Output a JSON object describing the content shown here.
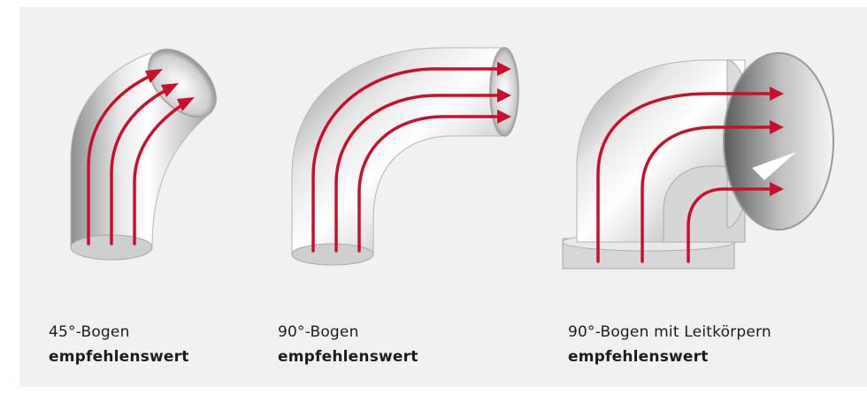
{
  "items": [
    {
      "name": "45°-Bogen",
      "rating": "empfehlenswert"
    },
    {
      "name": "90°-Bogen",
      "rating": "empfehlenswert"
    },
    {
      "name": "90°-Bogen mit Leitkörpern",
      "rating": "empfehlenswert"
    }
  ],
  "colors": {
    "background": "#f1f1f1",
    "arrow": "#c8102e",
    "metal_light": "#f4f4f4",
    "metal_dark": "#9c9c9c",
    "text": "#1d1d1d"
  },
  "icons": [
    "elbow-45-illustration",
    "elbow-90-illustration",
    "elbow-90-guide-vanes-illustration"
  ]
}
